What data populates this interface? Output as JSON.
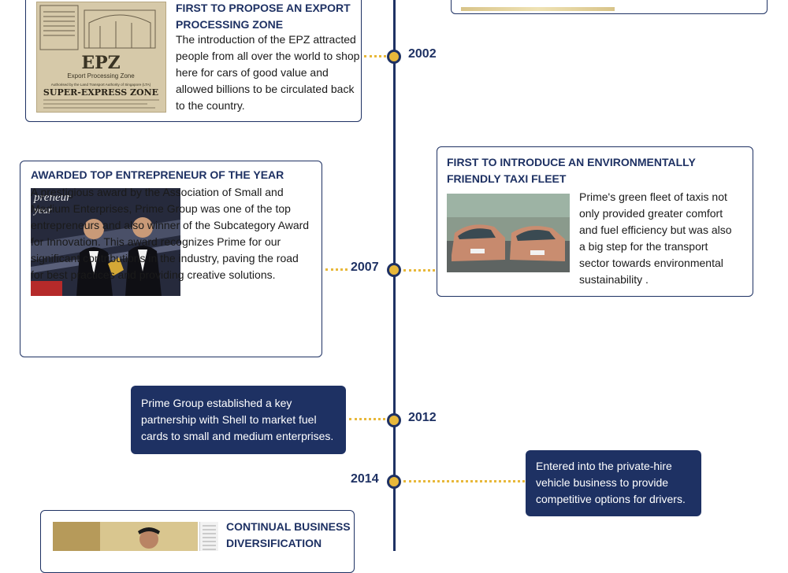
{
  "timeline": {
    "years": [
      "2002",
      "2007",
      "2012",
      "2014"
    ]
  },
  "cards": {
    "epz": {
      "title": "FIRST TO PROPOSE AN EXPORT PROCESSING ZONE",
      "body": "The introduction of the EPZ attracted people from all over the world to shop here for cars of good value and allowed billions to be circulated back to the country.",
      "photo": {
        "heading": "EPZ",
        "subheading": "Export Processing Zone",
        "line1": "Authorised by the Land Transport Authority of Singapore (LTA)",
        "banner": "SUPER-EXPRESS ZONE"
      }
    },
    "award": {
      "title": "AWARDED TOP ENTREPRENEUR OF THE YEAR",
      "body": "A prestigious award by the Association of Small and Medium Enterprises, Prime Group was one of the top entrepreneurs and also winner of the Subcategory Award for Innovation. This award recognizes Prime for our significant contributions in the industry, paving the road for best practices and providing creative solutions."
    },
    "taxi": {
      "title": "FIRST TO INTRODUCE AN ENVIRONMENTALLY FRIENDLY TAXI FLEET",
      "body": "Prime's green fleet of taxis not only provided greater comfort and fuel efficiency but was also a big step for the transport sector towards environmental sustainability ."
    },
    "shell": {
      "body": "Prime Group established a key partnership with Shell to market fuel cards to small and medium enterprises."
    },
    "privatehire": {
      "body": "Entered into the private-hire vehicle business to provide competitive options for drivers."
    },
    "diversification": {
      "title": "CONTINUAL BUSINESS DIVERSIFICATION"
    }
  },
  "colors": {
    "navy": "#1e3163",
    "gold": "#e8b83a"
  }
}
